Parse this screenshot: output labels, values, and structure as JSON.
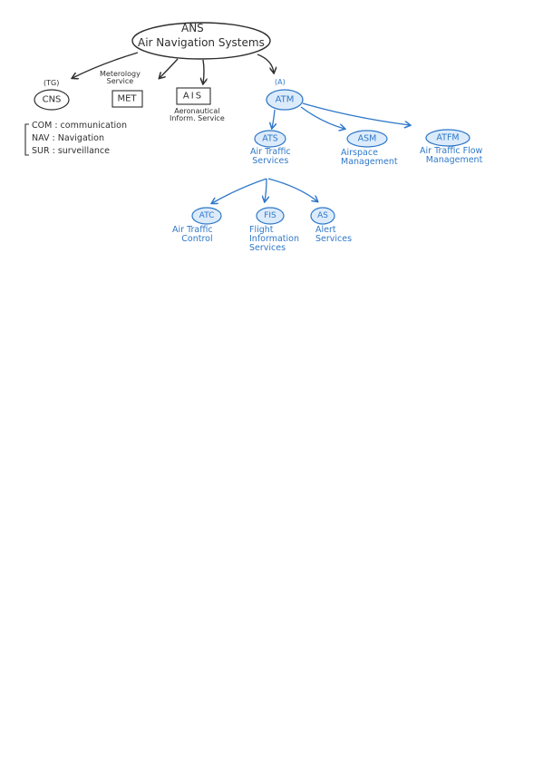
{
  "colors": {
    "ink": "#2f2f2f",
    "blue": "#2f78c9",
    "blue_fill": "#dcebfb"
  },
  "root": {
    "abbr": "ANS",
    "full": "Air Navigation Systems"
  },
  "cns": {
    "tag": "(TG)",
    "abbr": "CNS"
  },
  "cns_legend": [
    "COM : communication",
    "NAV : Navigation",
    "SUR : surveillance"
  ],
  "met": {
    "caption": "Meterology\nService",
    "abbr": "MET"
  },
  "ais": {
    "abbr": "AIS",
    "caption": "Aeronautical\nInform. Service"
  },
  "atm": {
    "tag": "(A)",
    "abbr": "ATM"
  },
  "ats": {
    "abbr": "ATS",
    "caption": "Air Traffic\nServices"
  },
  "asm": {
    "abbr": "ASM",
    "caption": "Airspace\nManagement"
  },
  "atfm": {
    "abbr": "ATFM",
    "caption": "Air Traffic Flow\nManagement"
  },
  "atc": {
    "abbr": "ATC",
    "caption": "Air Traffic\nControl"
  },
  "fis": {
    "abbr": "FIS",
    "caption": "Flight\nInformation\nServices"
  },
  "as_node": {
    "abbr": "AS",
    "caption": "Alert\nServices"
  }
}
